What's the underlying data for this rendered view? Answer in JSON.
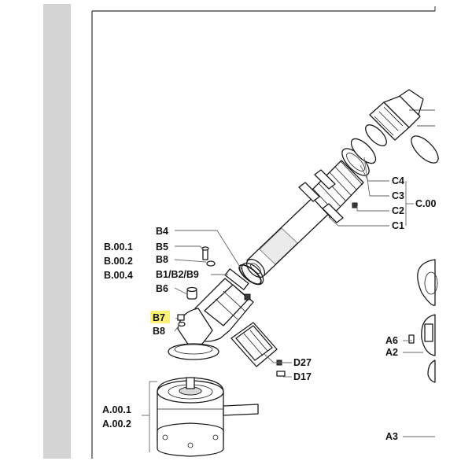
{
  "colors": {
    "sidebar": "#d4d4d4",
    "frame": "#333333",
    "highlight": "#fff176",
    "ink": "#111111"
  },
  "labels": {
    "b_group": [
      "B.00.1",
      "B.00.2",
      "B.00.4"
    ],
    "b4": "B4",
    "b5": "B5",
    "b8_top": "B8",
    "b1_b2_b9": "B1/B2/B9",
    "b6": "B6",
    "b7": "B7",
    "b8_bottom": "B8",
    "c4": "C4",
    "c3": "C3",
    "c2": "C2",
    "c1": "C1",
    "c_group": "C.00",
    "d27": "D27",
    "d17": "D17",
    "a6": "A6",
    "a2": "A2",
    "a3": "A3",
    "a_group": [
      "A.00.1",
      "A.00.2"
    ]
  }
}
